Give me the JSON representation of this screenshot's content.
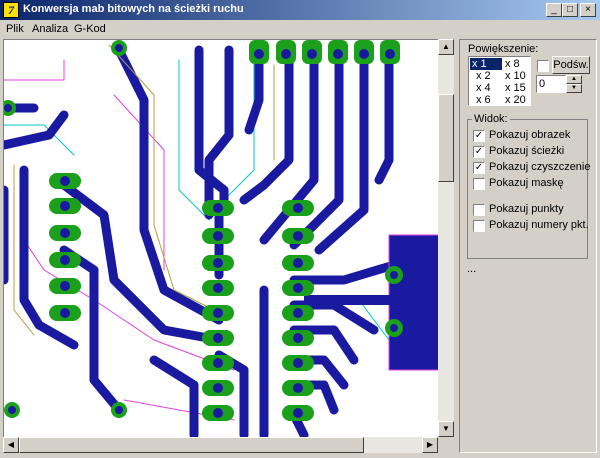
{
  "window": {
    "title": "Konwersja mab bitowych na ścieżki ruchu",
    "icon_letter": "7"
  },
  "titlebar_buttons": {
    "minimize": "_",
    "maximize": "□",
    "close": "×"
  },
  "menu": [
    {
      "label": "Plik"
    },
    {
      "label": "Analiza"
    },
    {
      "label": "G-Kod"
    }
  ],
  "zoom": {
    "label": "Powiększenie:",
    "options": [
      "x 1",
      "x 2",
      "x 4",
      "x 6",
      "x 8",
      "x 10",
      "x 15",
      "x 20"
    ],
    "selected": "x 1"
  },
  "highlight": {
    "label": "Podśw.",
    "checked": false,
    "spin_value": "0"
  },
  "view": {
    "label": "Widok:",
    "items": [
      {
        "label": "Pokazuj obrazek",
        "checked": true
      },
      {
        "label": "Pokazuj ścieżki",
        "checked": true
      },
      {
        "label": "Pokazuj czyszczenie",
        "checked": true
      },
      {
        "label": "Pokazuj maskę",
        "checked": false
      },
      {
        "label": "Pokazuj punkty",
        "checked": false
      },
      {
        "label": "Pokazuj numery pkt.",
        "checked": false
      }
    ]
  },
  "status_text": "...",
  "colors": {
    "trace": "#1a1aa0",
    "pad": "#1aa01a",
    "clear_line": "#00c8c8",
    "outline": "#e040e0",
    "path": "#b0a040"
  }
}
